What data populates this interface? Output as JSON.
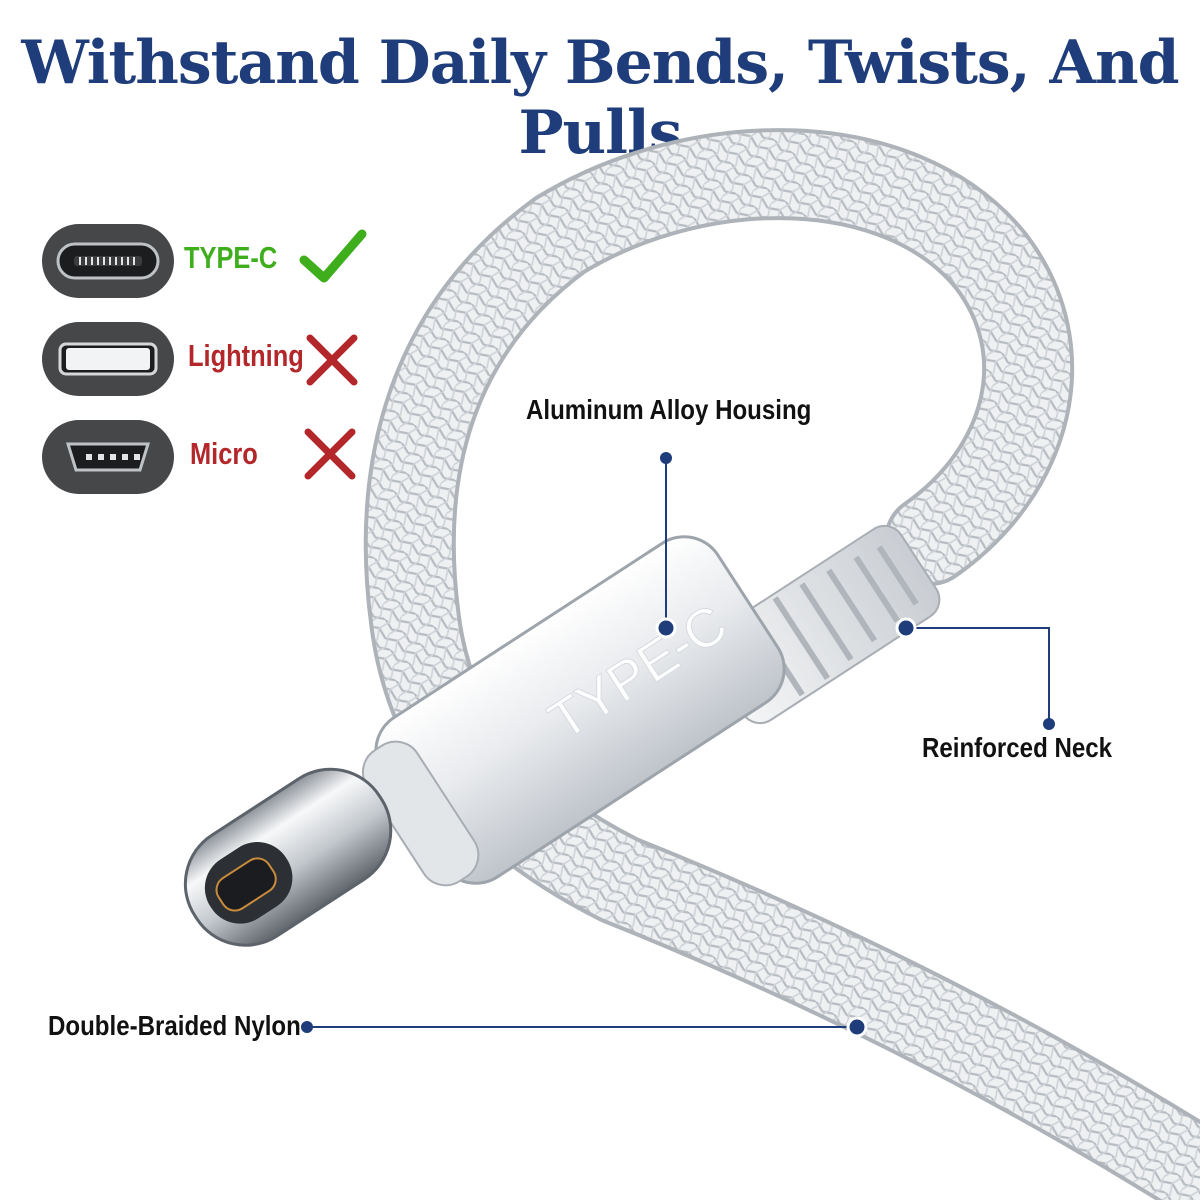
{
  "headline": "Withstand Daily Bends, Twists, And Pulls",
  "colors": {
    "headline": "#1e3d7a",
    "supported": "#3fae1c",
    "unsupported": "#b3262a",
    "callout_line": "#1e3d7a",
    "braid": "#e9ecef"
  },
  "port_compatibility": [
    {
      "label": "TYPE-C",
      "status": "supported",
      "icon": "usb-c-port-icon",
      "mark_icon": "checkmark-icon"
    },
    {
      "label": "Lightning",
      "status": "unsupported",
      "icon": "lightning-port-icon",
      "mark_icon": "cross-icon"
    },
    {
      "label": "Micro",
      "status": "unsupported",
      "icon": "micro-usb-port-icon",
      "mark_icon": "cross-icon"
    }
  ],
  "connector": {
    "housing_text": "TYPE-C"
  },
  "callouts": {
    "housing": "Aluminum Alloy Housing",
    "neck": "Reinforced Neck",
    "braid": "Double-Braided Nylon"
  }
}
